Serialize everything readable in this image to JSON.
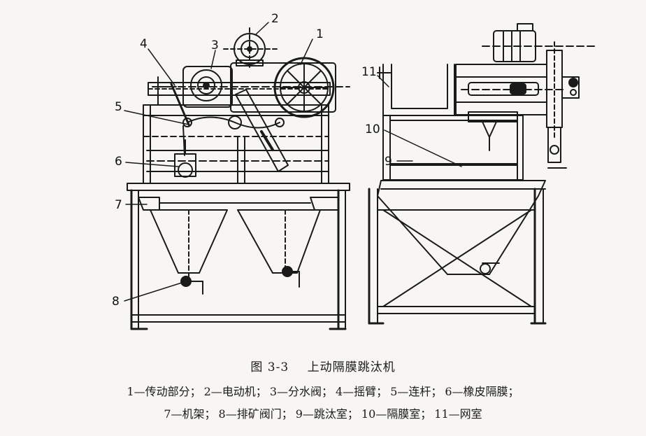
{
  "figure": {
    "number": "图 3-3",
    "title": "上动隔膜跳汰机"
  },
  "callouts": [
    "1",
    "2",
    "3",
    "4",
    "5",
    "6",
    "7",
    "8",
    "9",
    "10",
    "11"
  ],
  "legend": {
    "row1": [
      "1—传动部分；",
      "2—电动机；",
      "3—分水阀；",
      "4—摇臂；",
      "5—连杆；",
      "6—橡皮隔膜；"
    ],
    "row2": [
      "7—机架；",
      "8—排矿阀门；",
      "9—跳汰室；",
      "10—隔膜室；",
      "11—网室"
    ]
  },
  "colors": {
    "ink": "#1a1a1a",
    "paper": "#f7f6f2",
    "ghost_text": "#c9c7c0"
  }
}
